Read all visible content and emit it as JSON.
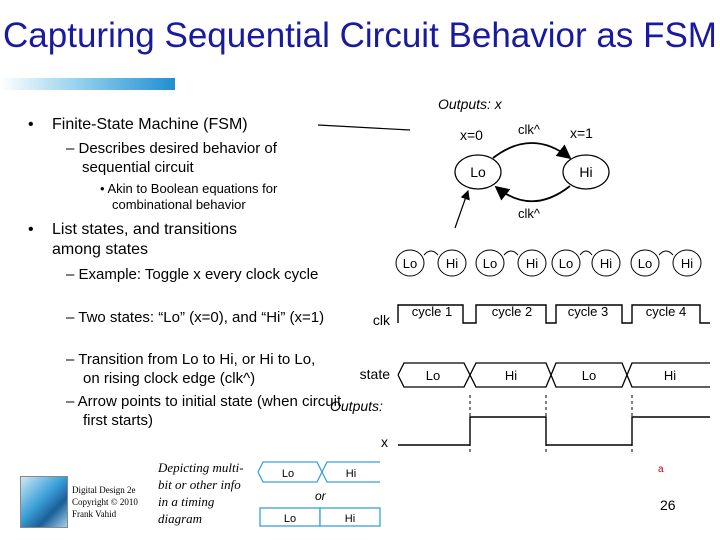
{
  "title": "Capturing Sequential Circuit Behavior as FSM",
  "bullets": {
    "b1": "Finite-State Machine (FSM)",
    "b1_sub": "– Describes desired behavior of sequential circuit",
    "b1_subsub": "• Akin to Boolean equations for combinational behavior",
    "b2": "List states, and transitions among states",
    "b2_subs": [
      "– Example: Toggle x every clock cycle",
      "– Two states: “Lo” (x=0), and “Hi” (x=1)",
      "– Transition from Lo to Hi, or Hi to Lo, on rising clock edge (clk^)",
      "– Arrow points to initial state (when circuit first starts)"
    ],
    "bullet_symbol": "•"
  },
  "fsm": {
    "outputs_label": "Outputs: x",
    "state_lo": "Lo",
    "state_hi": "Hi",
    "out_lo": "x=0",
    "out_hi": "x=1",
    "top_transition": "clk^",
    "bottom_transition": "clk^"
  },
  "timing": {
    "state_pairs": [
      [
        "Lo",
        "Hi"
      ],
      [
        "Lo",
        "Hi"
      ],
      [
        "Lo",
        "Hi"
      ],
      [
        "Lo",
        "Hi"
      ]
    ],
    "cycles": [
      "cycle 1",
      "cycle 2",
      "cycle 3",
      "cycle 4"
    ],
    "clk_label": "clk",
    "state_label": "state",
    "states": [
      "Lo",
      "Hi",
      "Lo",
      "Hi"
    ],
    "outputs_label": "Outputs:",
    "x_label": "x"
  },
  "footer": {
    "book_lines": [
      "Digital Design 2e",
      "Copyright © 2010",
      "Frank Vahid"
    ],
    "depict_text": [
      "Depicting multi-",
      "bit or other info",
      "in a timing",
      "diagram"
    ],
    "bus_top": [
      "Lo",
      "Hi"
    ],
    "bus_bottom": [
      "Lo",
      "Hi"
    ],
    "or_label": "or",
    "small_mark": "a",
    "page_number": "26"
  },
  "colors": {
    "title": "#1a1aa0",
    "accent": "#1f8fd0",
    "mark": "#cc0000"
  }
}
